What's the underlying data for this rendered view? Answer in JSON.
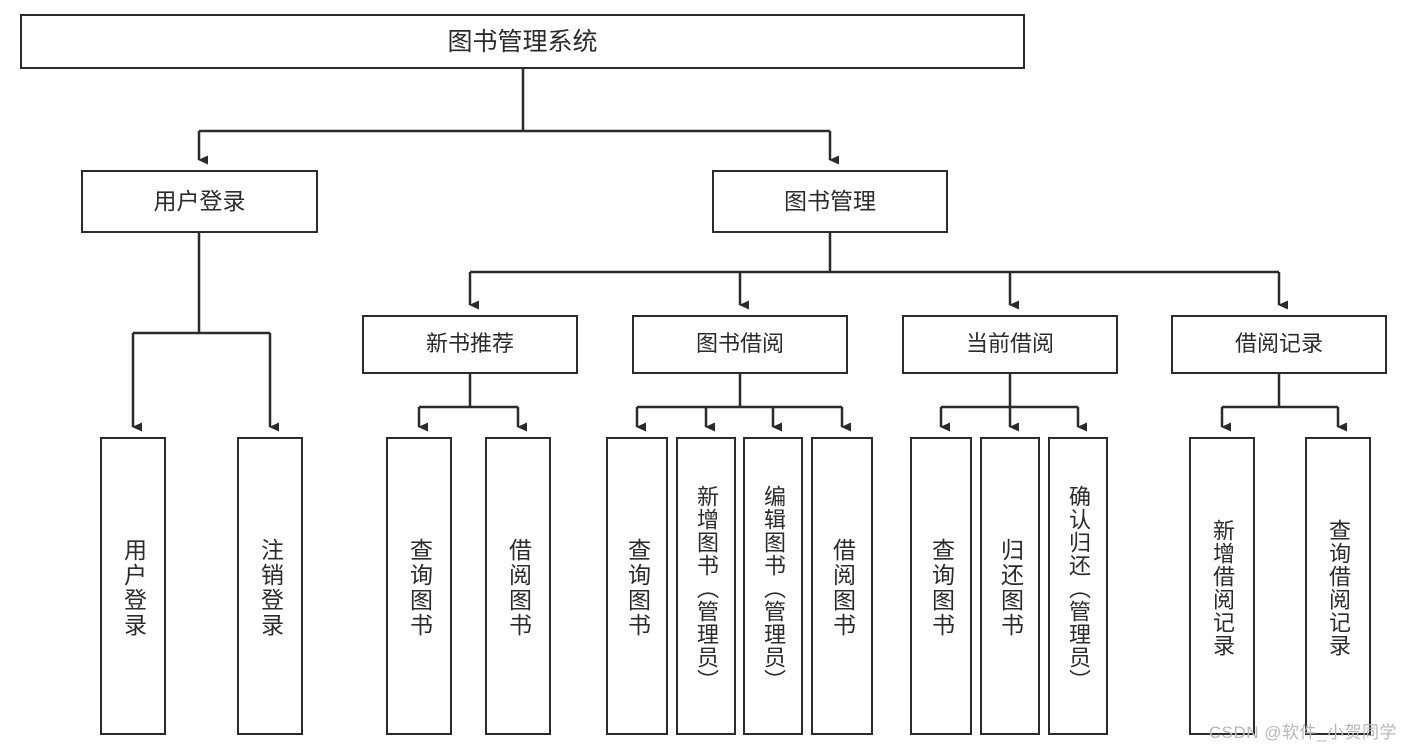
{
  "diagram": {
    "title": "图书管理系统",
    "type": "tree-hierarchy-diagram",
    "colors": {
      "stroke": "#2b2b2b",
      "fill": "#ffffff",
      "text": "#2b2b2b",
      "watermark": "#b8b8b8"
    },
    "root": {
      "label": "图书管理系统"
    },
    "level2": [
      {
        "label": "用户登录"
      },
      {
        "label": "图书管理"
      }
    ],
    "level3": [
      {
        "label": "新书推荐"
      },
      {
        "label": "图书借阅"
      },
      {
        "label": "当前借阅"
      },
      {
        "label": "借阅记录"
      }
    ],
    "leaves": {
      "user_login": [
        {
          "label": "用户登录"
        },
        {
          "label": "注销登录"
        }
      ],
      "new_book_recommend": [
        {
          "label": "查询图书"
        },
        {
          "label": "借阅图书"
        }
      ],
      "book_borrow": [
        {
          "label": "查询图书"
        },
        {
          "label": "新增图书（管理员）"
        },
        {
          "label": "编辑图书（管理员）"
        },
        {
          "label": "借阅图书"
        }
      ],
      "current_borrow": [
        {
          "label": "查询图书"
        },
        {
          "label": "归还图书"
        },
        {
          "label": "确认归还（管理员）"
        }
      ],
      "borrow_records": [
        {
          "label": "新增借阅记录"
        },
        {
          "label": "查询借阅记录"
        }
      ]
    },
    "watermark": "CSDN @软件_小贺同学"
  }
}
